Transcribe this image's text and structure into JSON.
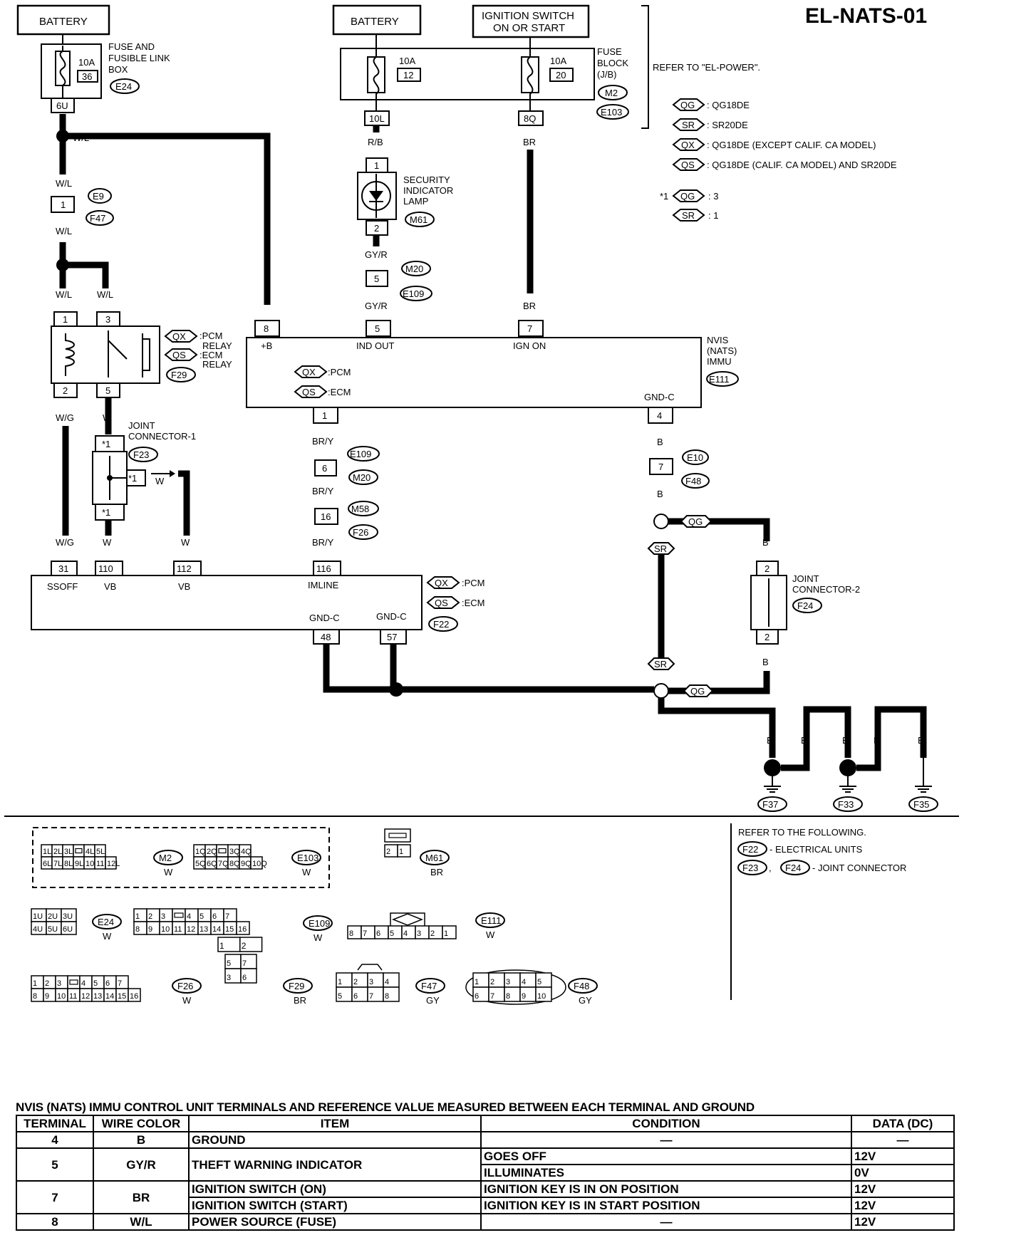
{
  "header": {
    "code": "EL-NATS-01"
  },
  "power": {
    "battery1": "BATTERY",
    "battery2": "BATTERY",
    "ignition": [
      "IGNITION SWITCH",
      "ON OR START"
    ],
    "fusible_link_box": [
      "FUSE AND",
      "FUSIBLE LINK",
      "BOX"
    ],
    "fuse_36": {
      "amp": "10A",
      "num": "36",
      "conn": "E24",
      "term": "6U"
    },
    "fuse_block": [
      "FUSE",
      "BLOCK",
      "(J/B)"
    ],
    "fuse_12": {
      "amp": "10A",
      "num": "12",
      "term": "10L"
    },
    "fuse_20": {
      "amp": "10A",
      "num": "20",
      "term": "8Q"
    },
    "fuse_block_conns": [
      "M2",
      "E103"
    ],
    "refer": "REFER TO \"EL-POWER\"."
  },
  "legend": {
    "items": [
      {
        "code": "QG",
        "text": ": QG18DE"
      },
      {
        "code": "SR",
        "text": ": SR20DE"
      },
      {
        "code": "QX",
        "text": ": QG18DE (EXCEPT CALIF. CA MODEL)"
      },
      {
        "code": "QS",
        "text": ": QG18DE (CALIF. CA MODEL) AND SR20DE"
      }
    ],
    "star_prefix": "*1",
    "star_items": [
      {
        "code": "QG",
        "val": ": 3"
      },
      {
        "code": "SR",
        "val": ": 1"
      }
    ]
  },
  "wires": {
    "wl": "W/L",
    "rb": "R/B",
    "br": "BR",
    "gyr": "GY/R",
    "wg": "W/G",
    "w": "W",
    "bry": "BR/Y",
    "b": "B"
  },
  "components": {
    "security_lamp": [
      "SECURITY",
      "INDICATOR",
      "LAMP"
    ],
    "security_lamp_conn": "M61",
    "relay_labels": [
      ":PCM",
      "RELAY",
      ":ECM",
      "RELAY"
    ],
    "relay_conn": "F29",
    "nvis": [
      "NVIS",
      "(NATS)",
      "IMMU"
    ],
    "nvis_conn": "E111",
    "nvis_pins": {
      "pb": "+B",
      "ind": "IND OUT",
      "ign": "IGN ON",
      "gnd": "GND-C"
    },
    "pcm": ":PCM",
    "ecm": ":ECM",
    "joint1": [
      "JOINT",
      "CONNECTOR-1"
    ],
    "joint1_conn": "F23",
    "joint2": [
      "JOINT",
      "CONNECTOR-2"
    ],
    "joint2_conn": "F24",
    "ecm_pins": {
      "ssoff": "SSOFF",
      "vb": "VB",
      "imline": "IMLINE",
      "gnd": "GND-C"
    },
    "ecm_conn": "F22",
    "grounds": [
      "F37",
      "F33",
      "F35"
    ],
    "conn_tags": {
      "e9": "E9",
      "f47": "F47",
      "m20": "M20",
      "e109": "E109",
      "e10": "E10",
      "f48": "F48",
      "m58": "M58",
      "f26": "F26"
    },
    "terms": {
      "t1": "1",
      "t2": "2",
      "t3": "3",
      "t4": "4",
      "t5": "5",
      "t6": "6",
      "t7": "7",
      "t8": "8",
      "t16": "16",
      "t31": "31",
      "t110": "110",
      "t112": "112",
      "t116": "116",
      "t48": "48",
      "t57": "57",
      "s1": "*1"
    }
  },
  "connector_views": {
    "m2": {
      "id": "M2",
      "color": "W",
      "row1": [
        "1L",
        "2L",
        "3L",
        "",
        "4L",
        "5L"
      ],
      "row2": [
        "6L",
        "7L",
        "8L",
        "9L",
        "10L",
        "11L",
        "12L"
      ]
    },
    "e103": {
      "id": "E103",
      "color": "W",
      "row1": [
        "1Q",
        "2Q",
        "",
        "3Q",
        "4Q"
      ],
      "row2": [
        "5Q",
        "6Q",
        "7Q",
        "8Q",
        "9Q",
        "10Q"
      ]
    },
    "m61": {
      "id": "M61",
      "color": "BR",
      "row2": [
        "2",
        "1"
      ]
    },
    "e24": {
      "id": "E24",
      "color": "W",
      "row1": [
        "1U",
        "2U",
        "3U"
      ],
      "row2": [
        "4U",
        "5U",
        "6U"
      ]
    },
    "e109": {
      "id": "E109",
      "color": "W",
      "row1": [
        "1",
        "2",
        "3",
        "",
        "4",
        "5",
        "6",
        "7"
      ],
      "row2": [
        "8",
        "9",
        "10",
        "11",
        "12",
        "13",
        "14",
        "15",
        "16"
      ]
    },
    "e111": {
      "id": "E111",
      "color": "W",
      "row1": [
        "8",
        "7",
        "6",
        "5",
        "4",
        "3",
        "2",
        "1"
      ]
    },
    "f26": {
      "id": "F26",
      "color": "W",
      "row1": [
        "1",
        "2",
        "3",
        "",
        "4",
        "5",
        "6",
        "7"
      ],
      "row2": [
        "8",
        "9",
        "10",
        "11",
        "12",
        "13",
        "14",
        "15",
        "16"
      ]
    },
    "f29": {
      "id": "F29",
      "color": "BR",
      "row0": [
        "1",
        "2"
      ],
      "row1": [
        "5",
        "7"
      ],
      "row2": [
        "3",
        "6"
      ]
    },
    "f47": {
      "id": "F47",
      "color": "GY",
      "row1": [
        "1",
        "2",
        "3",
        "4"
      ],
      "row2": [
        "5",
        "6",
        "7",
        "8"
      ]
    },
    "f48": {
      "id": "F48",
      "color": "GY",
      "row1": [
        "1",
        "2",
        "3",
        "4",
        "5"
      ],
      "row2": [
        "6",
        "7",
        "8",
        "9",
        "10"
      ]
    }
  },
  "refer_note": {
    "title": "REFER TO THE FOLLOWING.",
    "line1_conn": "F22",
    "line1": "- ELECTRICAL UNITS",
    "line2_conn1": "F23",
    "line2_conn2": "F24",
    "line2": "- JOINT CONNECTOR"
  },
  "table": {
    "caption": "NVIS (NATS) IMMU CONTROL UNIT TERMINALS AND REFERENCE VALUE MEASURED BETWEEN EACH TERMINAL AND GROUND",
    "headers": [
      "TERMINAL",
      "WIRE COLOR",
      "ITEM",
      "CONDITION",
      "DATA (DC)"
    ],
    "rows": [
      {
        "terminal": "4",
        "wire": "B",
        "item": "GROUND",
        "condition": "—",
        "data": "—"
      },
      {
        "terminal": "5",
        "wire": "GY/R",
        "item": "THEFT WARNING INDICATOR",
        "sub": [
          {
            "condition": "GOES OFF",
            "data": "12V"
          },
          {
            "condition": "ILLUMINATES",
            "data": "0V"
          }
        ]
      },
      {
        "terminal": "7",
        "wire": "BR",
        "sub": [
          {
            "item": "IGNITION SWITCH (ON)",
            "condition": "IGNITION KEY IS IN ON POSITION",
            "data": "12V"
          },
          {
            "item": "IGNITION SWITCH (START)",
            "condition": "IGNITION KEY IS IN  START POSITION",
            "data": "12V"
          }
        ]
      },
      {
        "terminal": "8",
        "wire": "W/L",
        "item": "POWER SOURCE (FUSE)",
        "condition": "—",
        "data": "12V"
      }
    ]
  }
}
